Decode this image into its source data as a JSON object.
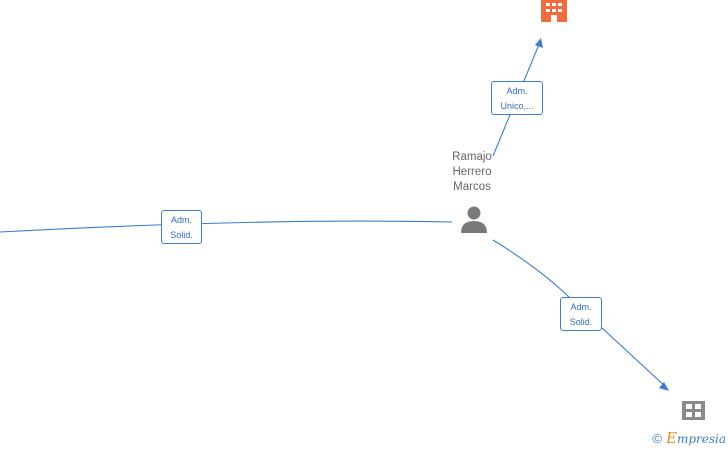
{
  "person": {
    "name_lines": [
      "Ramajo",
      "Herrero",
      "Marcos"
    ],
    "icon": "person-icon"
  },
  "nodes": {
    "company_top": {
      "icon": "building-icon",
      "color": "#f26b3a"
    },
    "company_bottom": {
      "icon": "building-icon",
      "color": "#8a8a8a"
    }
  },
  "edges": [
    {
      "id": "to-top-company",
      "label_lines": [
        "Adm.",
        "Unico,..."
      ]
    },
    {
      "id": "to-left",
      "label_lines": [
        "Adm.",
        "Solid."
      ]
    },
    {
      "id": "to-bottom-company",
      "label_lines": [
        "Adm.",
        "Solid."
      ]
    }
  ],
  "brand": {
    "copyright": "©",
    "name_first": "E",
    "name_rest": "mpresia"
  },
  "colors": {
    "edge": "#3d7ccf",
    "accent": "#f26b3a",
    "neutral": "#8a8a8a"
  }
}
